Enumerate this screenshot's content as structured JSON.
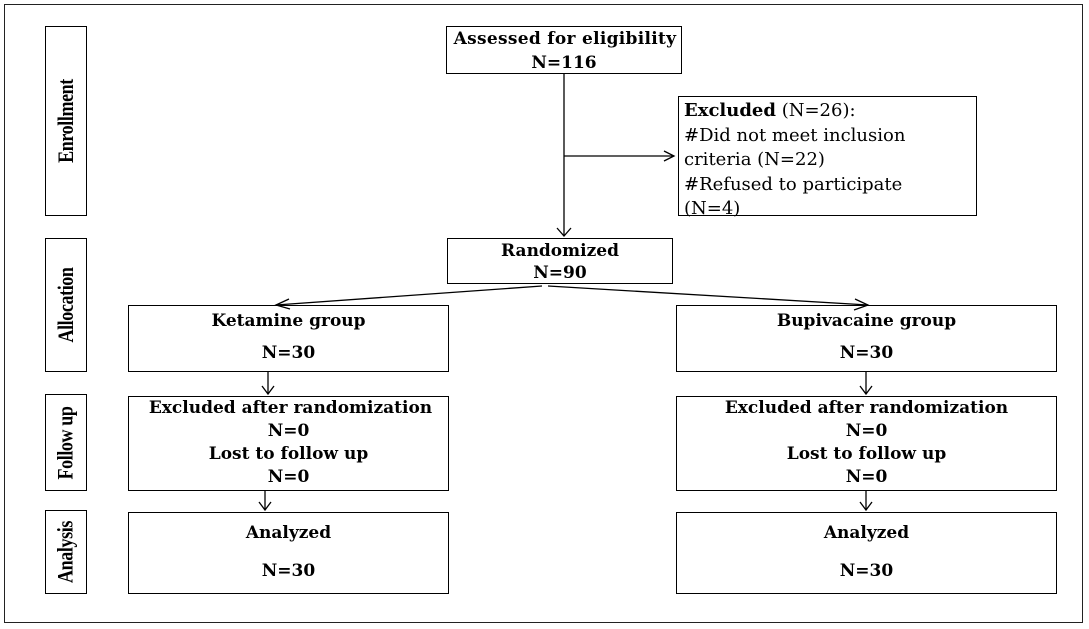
{
  "stages": {
    "enrollment": "Enrollment",
    "allocation": "Allocation",
    "followup": "Follow up",
    "analysis": "Analysis"
  },
  "assessed": {
    "label": "Assessed for eligibility",
    "count": "N=116"
  },
  "excluded": {
    "title": "Excluded",
    "count": "(N=26):",
    "line1": "#Did not meet inclusion",
    "line2": "criteria (N=22)",
    "line3": "#Refused to participate",
    "line4": "(N=4)"
  },
  "randomized": {
    "label": "Randomized",
    "count": "N=90"
  },
  "ketamine": {
    "allocation_label": "Ketamine group",
    "allocation_count": "N=30",
    "excluded_label": "Excluded after randomization",
    "excluded_count": "N=0",
    "lost_label": "Lost to follow up",
    "lost_count": "N=0",
    "analyzed_label": "Analyzed",
    "analyzed_count": "N=30"
  },
  "bupivacaine": {
    "allocation_label": "Bupivacaine group",
    "allocation_count": "N=30",
    "excluded_label": "Excluded after randomization",
    "excluded_count": "N=0",
    "lost_label": "Lost to follow up",
    "lost_count": "N=0",
    "analyzed_label": "Analyzed",
    "analyzed_count": "N=30"
  }
}
